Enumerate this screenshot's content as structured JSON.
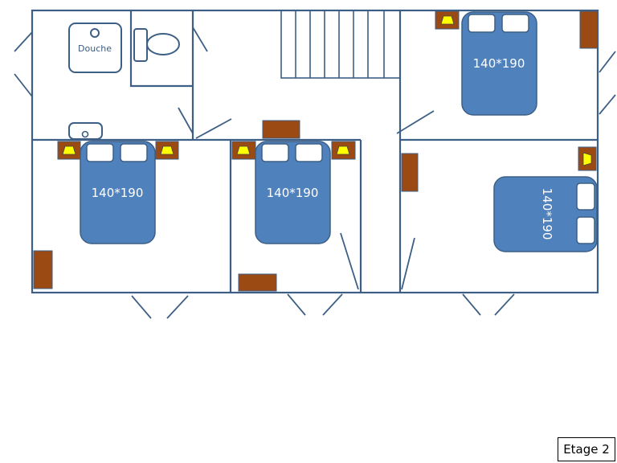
{
  "plan": {
    "floor_label": "Etage 2",
    "shower_label": "Douche",
    "beds": [
      {
        "id": "bed-top-right",
        "size_label": "140*190"
      },
      {
        "id": "bed-bottom-left",
        "size_label": "140*190"
      },
      {
        "id": "bed-bottom-middle",
        "size_label": "140*190"
      },
      {
        "id": "bed-bottom-right",
        "size_label": "140*190"
      }
    ]
  },
  "colors": {
    "wall": "#3d5f85",
    "bed": "#4f81bd",
    "furniture": "#9a4a12",
    "lamp": "#ffff00",
    "fixture_outline": "#3d5f85"
  }
}
